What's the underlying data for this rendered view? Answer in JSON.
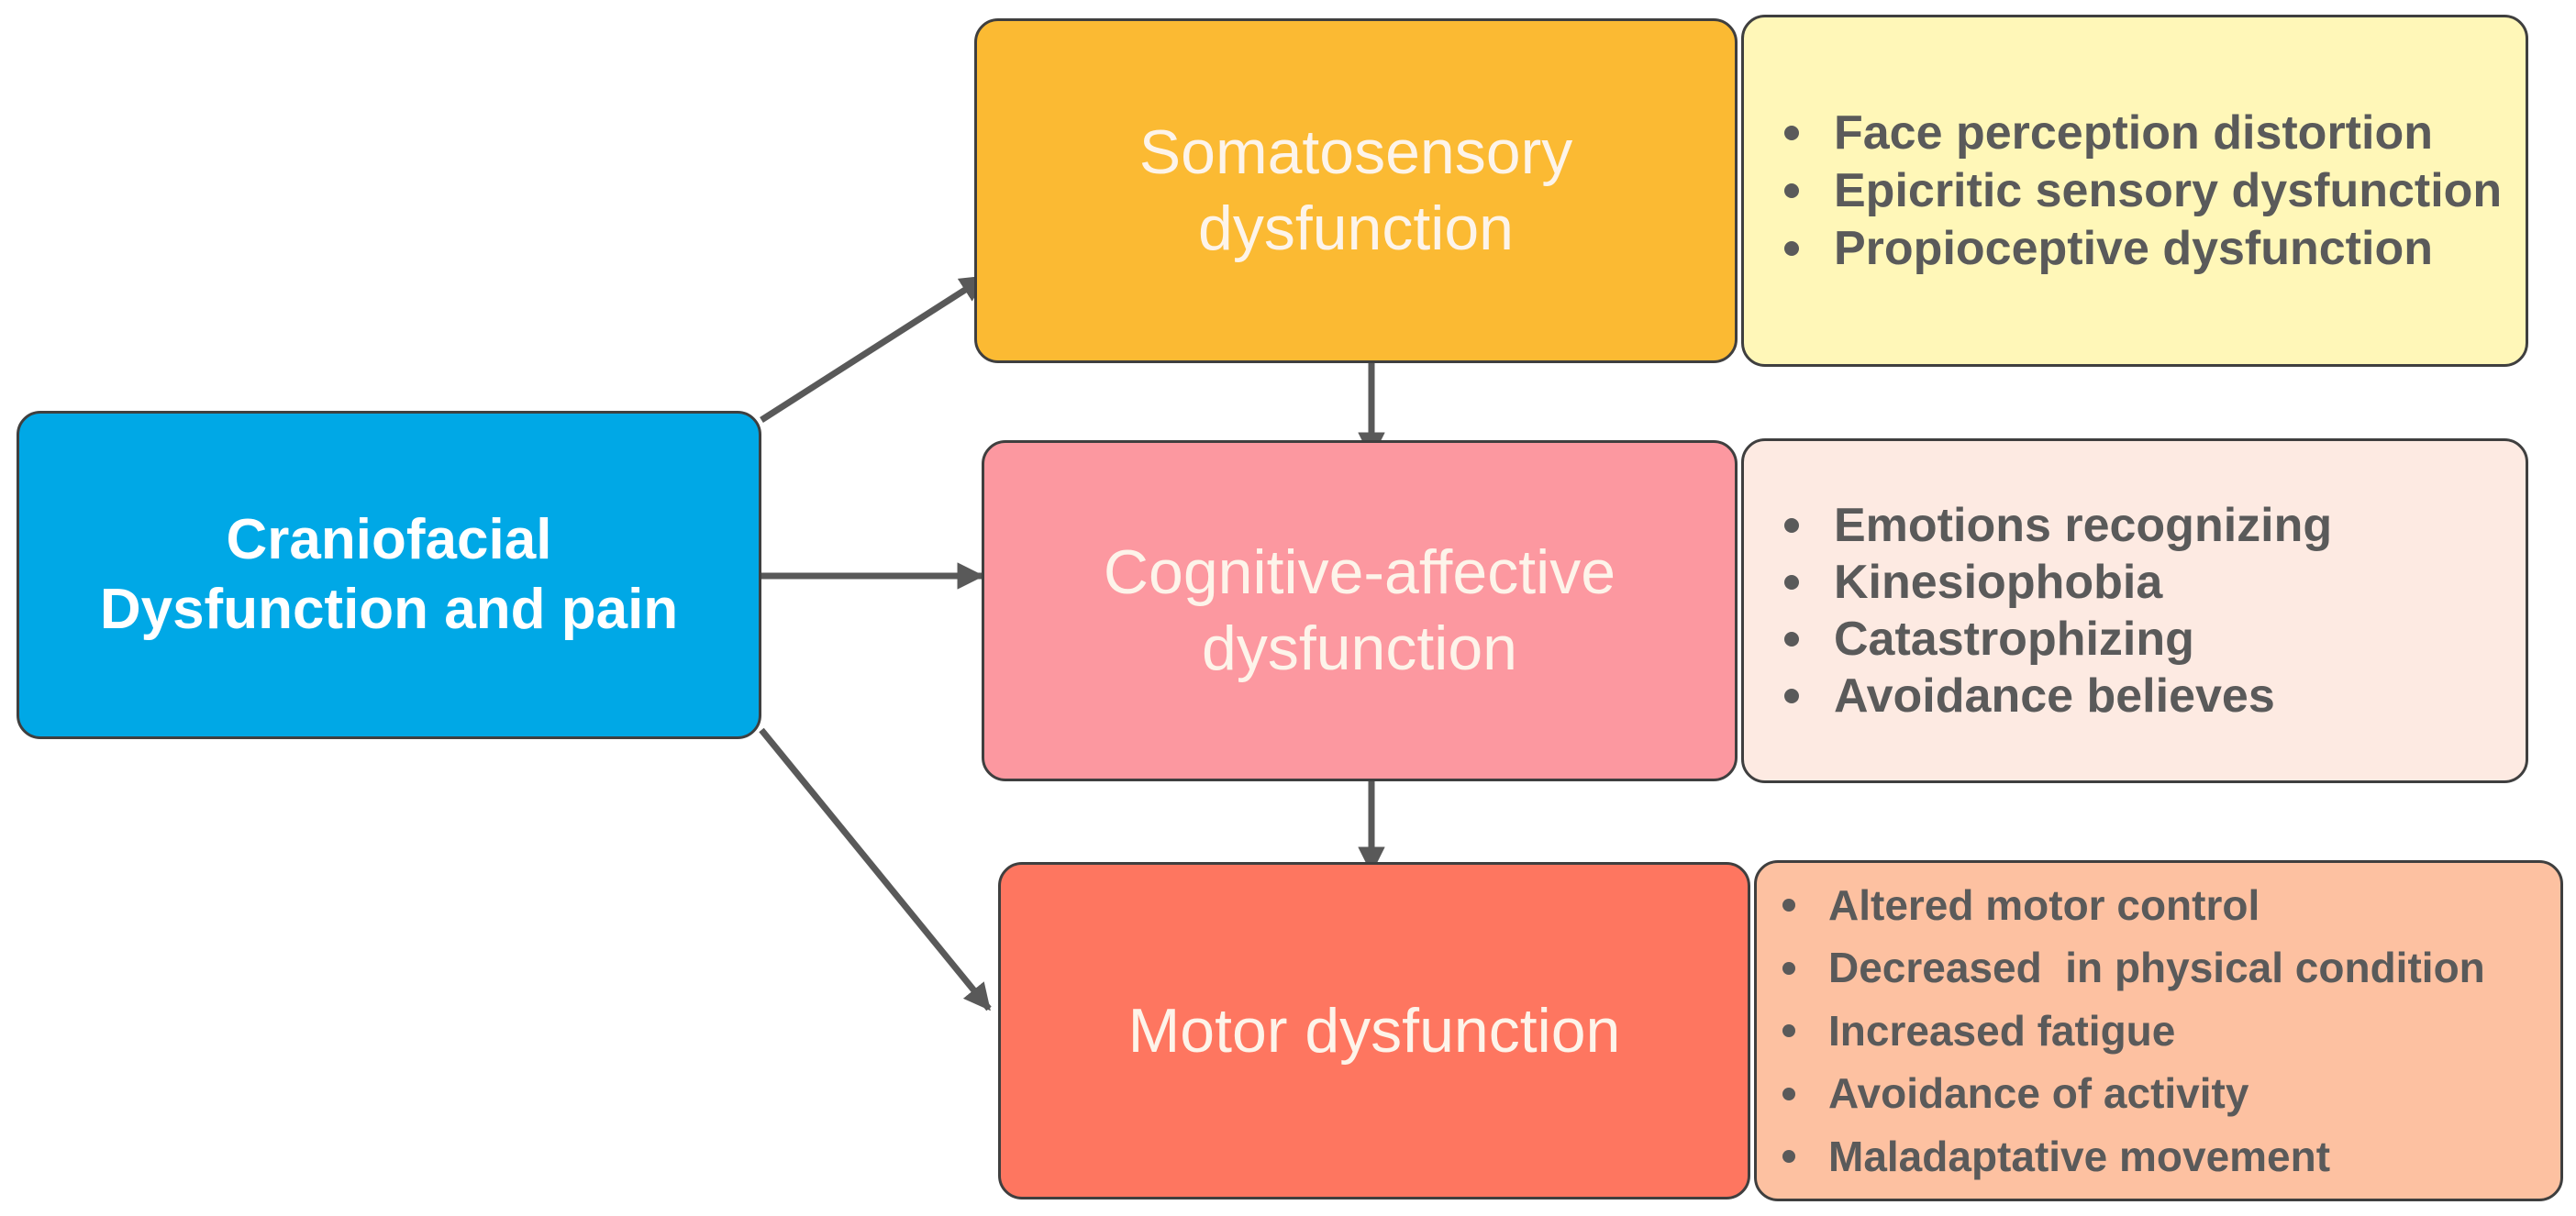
{
  "diagram": {
    "root": {
      "title_line1": "Craniofacial",
      "title_line2": "Dysfunction and pain"
    },
    "branches": [
      {
        "title_line1": "Somatosensory",
        "title_line2": "dysfunction",
        "items": [
          "Face perception distortion",
          "Epicritic sensory dysfunction",
          "Propioceptive dysfunction"
        ]
      },
      {
        "title_line1": "Cognitive-affective",
        "title_line2": "dysfunction",
        "items": [
          "Emotions recognizing",
          "Kinesiophobia",
          "Catastrophizing",
          "Avoidance believes"
        ]
      },
      {
        "title_line1": "Motor dysfunction",
        "items": [
          "Altered motor control",
          "Decreased  in physical condition",
          "Increased fatigue",
          "Avoidance of activity",
          "Maladaptative movement"
        ]
      }
    ],
    "colors": {
      "root": "#00a8e6",
      "somatosensory": "#fbba33",
      "cognitive_affective": "#fc98a0",
      "motor": "#fe7660",
      "somatosensory_list": "#fff7b8",
      "cognitive_list": "#fdeae2",
      "motor_list": "#fdc1a1",
      "arrow": "#595959"
    }
  }
}
